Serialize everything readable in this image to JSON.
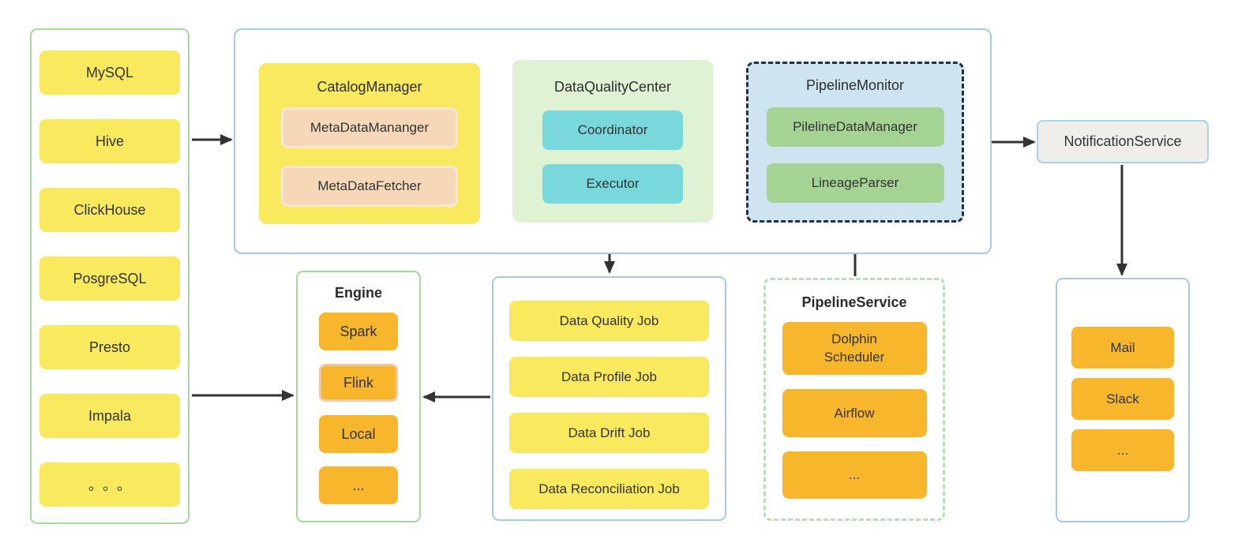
{
  "sources": {
    "items": [
      "MySQL",
      "Hive",
      "ClickHouse",
      "PosgreSQL",
      "Presto",
      "Impala",
      "。。。"
    ]
  },
  "platform": {
    "catalog_manager": {
      "title": "CatalogManager",
      "items": [
        "MetaDataMananger",
        "MetaDataFetcher"
      ]
    },
    "data_quality_center": {
      "title": "DataQualityCenter",
      "items": [
        "Coordinator",
        "Executor"
      ]
    },
    "pipeline_monitor": {
      "title": "PipelineMonitor",
      "items": [
        "PilelineDataManager",
        "LineageParser"
      ]
    }
  },
  "notification": {
    "label": "NotificationService"
  },
  "engine": {
    "title": "Engine",
    "items": [
      "Spark",
      "Flink",
      "Local",
      "..."
    ]
  },
  "jobs": {
    "items": [
      "Data Quality Job",
      "Data Profile Job",
      "Data Drift Job",
      "Data Reconciliation Job"
    ]
  },
  "pipeline_service": {
    "title": "PipelineService",
    "items": [
      "Dolphin Scheduler",
      "Airflow",
      "..."
    ]
  },
  "channels": {
    "items": [
      "Mail",
      "Slack",
      "..."
    ]
  },
  "colors": {
    "node_yellow": "#F9E95E",
    "node_orange": "#F7B62C",
    "node_peach": "#F6D8B8",
    "node_cyan": "#79D8DC",
    "node_green": "#A5D394",
    "bg_pale_green": "#DFF2D4",
    "bg_light_blue": "#CEE4F0",
    "border_green": "#A4D89C",
    "border_blue": "#A6CBE0",
    "border_dark_dash": "#24303B",
    "border_green_dash": "#B5E3B5",
    "notification_bg": "#F0EEEB",
    "arrow": "#333333"
  }
}
